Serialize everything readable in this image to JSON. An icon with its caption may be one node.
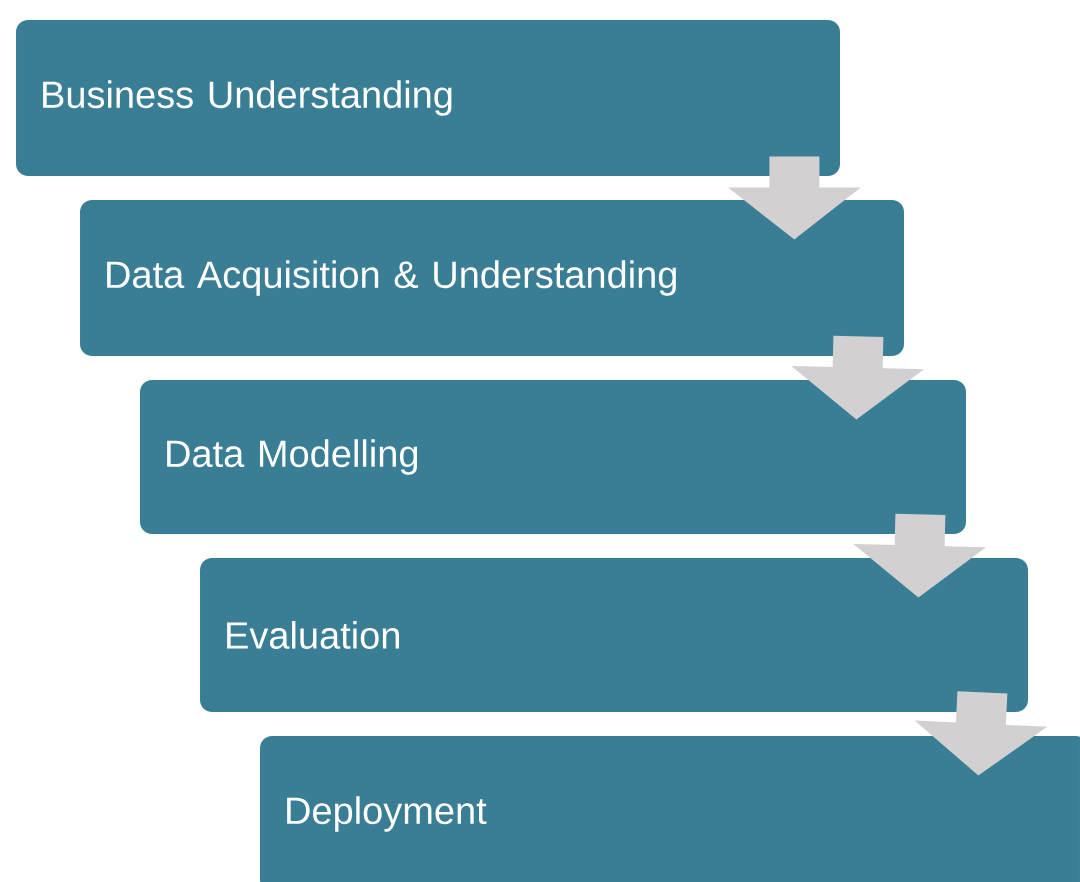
{
  "diagram": {
    "nodes": [
      {
        "text": [
          "Business Understanding"
        ]
      },
      {
        "text": [
          "Data Acquisition & Understanding"
        ]
      },
      {
        "text": [
          "Data Modelling"
        ]
      },
      {
        "text": [
          "Evaluation"
        ]
      },
      {
        "text": [
          "Deployment"
        ]
      }
    ],
    "edges": [
      {
        "from": 0,
        "to": 1,
        "arrow": "to"
      },
      {
        "from": 1,
        "to": 2,
        "arrow": "to"
      },
      {
        "from": 2,
        "to": 3,
        "arrow": "to"
      },
      {
        "from": 3,
        "to": 4,
        "arrow": "to"
      }
    ]
  }
}
